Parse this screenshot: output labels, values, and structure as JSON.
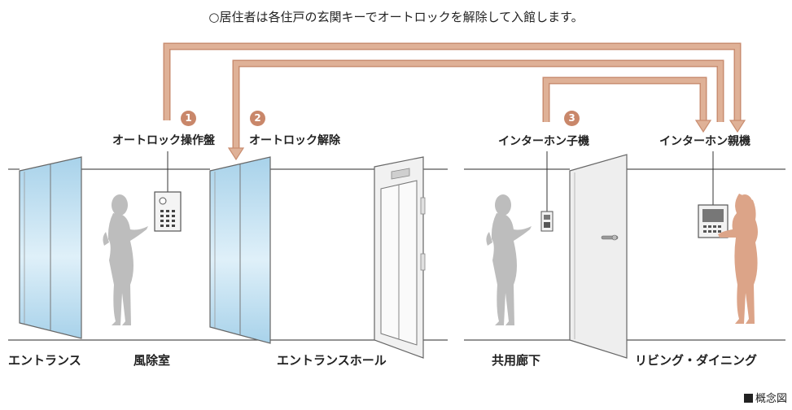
{
  "caption": "○居住者は各住戸の玄関キーでオートロックを解除して入館します。",
  "steps": [
    {
      "number": "1",
      "label": "オートロック操作盤"
    },
    {
      "number": "2",
      "label": "オートロック解除"
    },
    {
      "number": "3",
      "label": "インターホン子機"
    }
  ],
  "device_labels": {
    "master_intercom": "インターホン親機"
  },
  "rooms": {
    "entrance": "エントランス",
    "windbreak": "風除室",
    "entrance_hall": "エントランスホール",
    "corridor": "共用廊下",
    "living": "リビング・ダイニング"
  },
  "note": "概念図",
  "colors": {
    "arrow": "#dba88d",
    "arrow_stroke": "#c98d70",
    "badge": "#c9876a",
    "resident": "#dca488",
    "silhouette": "#bcbcbc",
    "glass": "#b7dcef"
  }
}
